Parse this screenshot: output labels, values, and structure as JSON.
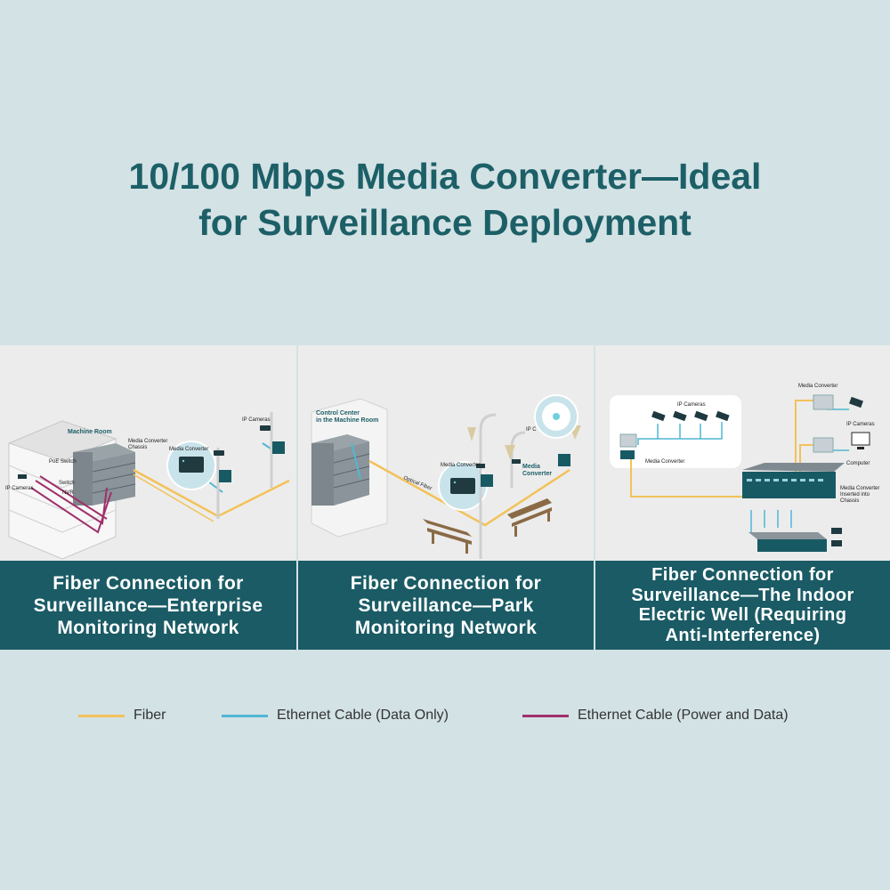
{
  "title": {
    "line1": "10/100 Mbps Media Converter—Ideal",
    "line2": "for Surveillance Deployment"
  },
  "panels": [
    {
      "caption": [
        "Fiber Connection for",
        "Surveillance—Enterprise",
        "Monitoring Network"
      ],
      "labels": {
        "machine_room": "Machine Room",
        "poe_switch": "PoE Switch",
        "switch": "Switch",
        "nvr": "NVR",
        "ip_cameras_left": "IP Cameras",
        "chassis": [
          "Media Converter",
          "Chassis"
        ],
        "media_converter": "Media Converter",
        "ip_cameras_right": "IP Cameras"
      }
    },
    {
      "caption": [
        "Fiber Connection for",
        "Surveillance—Park",
        "Monitoring Network"
      ],
      "labels": {
        "control_center": [
          "Control Center",
          "in the Machine Room"
        ],
        "optical_fiber": "Optical Fiber",
        "media_converter": "Media Converter",
        "ip_c": "IP C",
        "media_converter_2": [
          "Media",
          "Converter"
        ]
      }
    },
    {
      "caption": [
        "Fiber Connection for",
        "Surveillance—The Indoor",
        "Electric Well (Requiring",
        "Anti-Interference)"
      ],
      "labels": {
        "ip_cameras_top": "IP Cameras",
        "media_converter_left": "Media Converter",
        "media_converter_top": "Media Converter",
        "ip_cameras_right": "IP Cameras",
        "computer": "Computer",
        "chassis": [
          "Media Converter",
          "Inserted into",
          "Chassis"
        ]
      }
    }
  ],
  "legend": [
    {
      "label": "Fiber",
      "color": "#f2c25a"
    },
    {
      "label": "Ethernet Cable (Data Only)",
      "color": "#4fb7d4"
    },
    {
      "label": "Ethernet Cable (Power and Data)",
      "color": "#a0306a"
    }
  ]
}
